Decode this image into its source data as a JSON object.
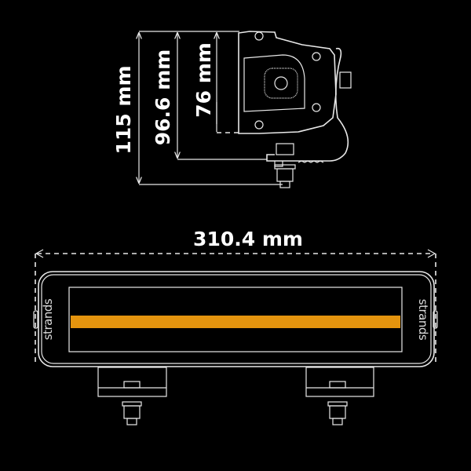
{
  "dimensions": {
    "height_total": "115 mm",
    "height_mount": "96.6 mm",
    "height_body": "76 mm",
    "width": "310.4 mm"
  },
  "brand": {
    "logo_text": "strands"
  },
  "colors": {
    "background": "#000000",
    "line": "#e8e8e8",
    "led_strip": "#e4940e"
  }
}
